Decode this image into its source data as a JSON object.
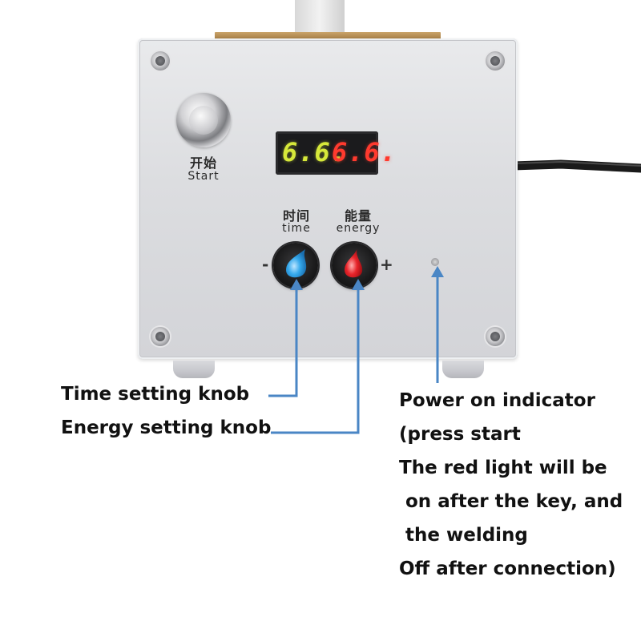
{
  "device": {
    "start_button": {
      "label_cn": "开始",
      "label_en": "Start"
    },
    "display": {
      "time_value": "6.6.",
      "energy_value": "6.6."
    },
    "time_knob": {
      "label_cn": "时间",
      "label_en": "time",
      "sign": "-",
      "color": "#35a9ec"
    },
    "energy_knob": {
      "label_cn": "能量",
      "label_en": "energy",
      "sign": "+",
      "color": "#e8242a"
    }
  },
  "annotations": {
    "time_knob": "Time setting knob",
    "energy_knob": "Energy setting knob",
    "power_indicator": [
      "Power on indicator",
      "(press start",
      "The red light will be",
      " on after the key, and",
      " the welding",
      "Off after connection)"
    ]
  },
  "colors": {
    "arrow": "#4a86c5",
    "panel": "#dcdde0"
  }
}
